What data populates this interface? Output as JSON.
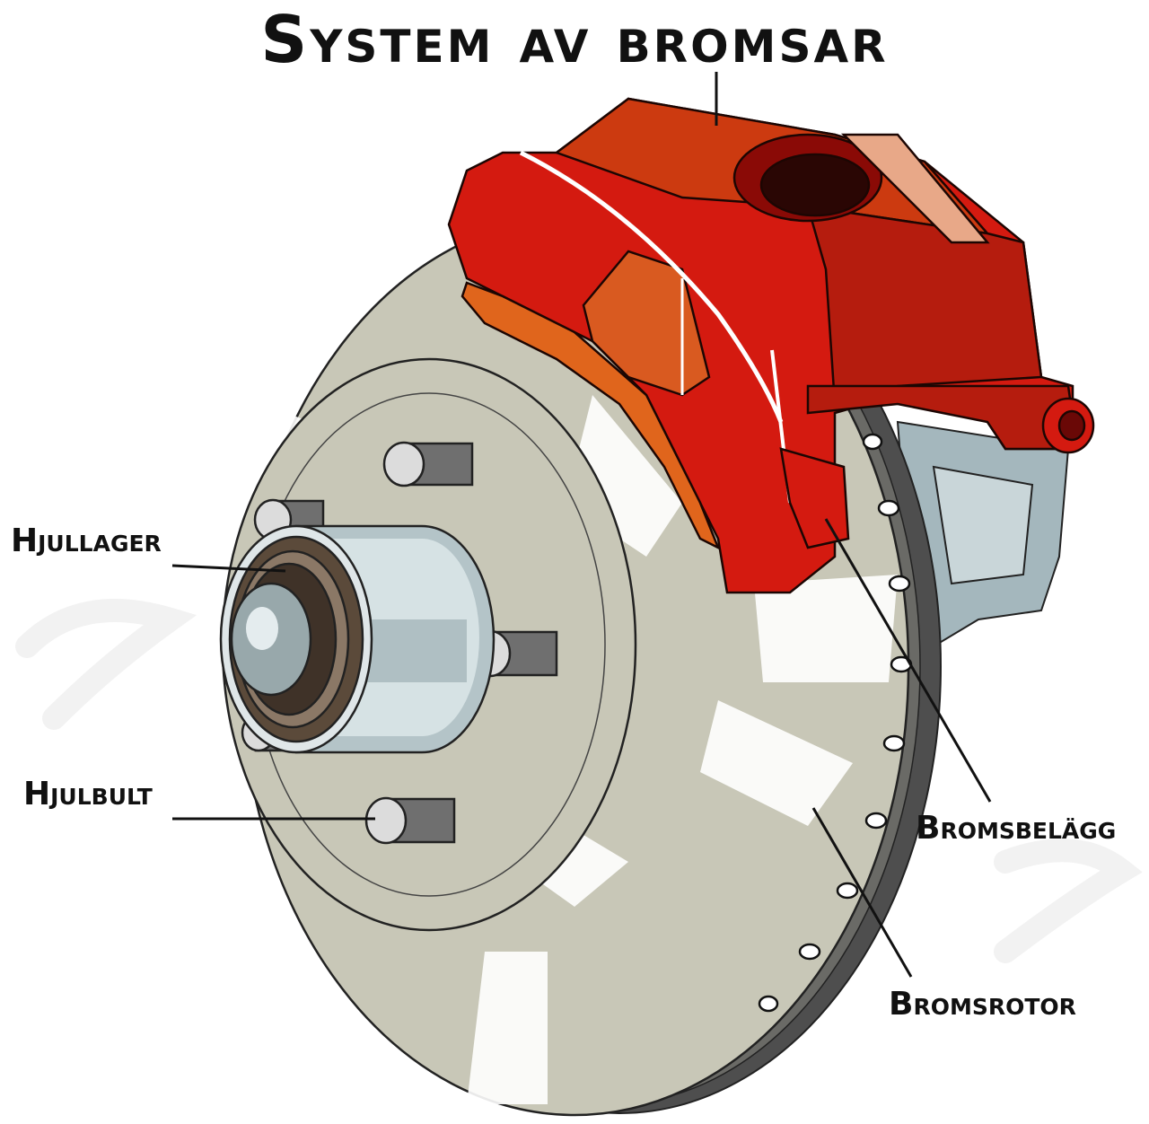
{
  "title": "System av bromsar",
  "labels": {
    "hjullager": "Hjullager",
    "hjulbult": "Hjulbult",
    "bromsbelagg": "Bromsbelägg",
    "bromsrotor": "Bromsrotor"
  },
  "colors": {
    "caliper": "#d41a10",
    "caliper_dark": "#a50d08",
    "caliper_orange": "#d95a20",
    "rotor": "#c8c7b7",
    "rotor_shadow": "#6e6c5c",
    "rotor_edge": "#4e4e4e",
    "hub_steel": "#b4c4c8",
    "bearing_brown": "#5b4a3a",
    "text": "#111111"
  }
}
